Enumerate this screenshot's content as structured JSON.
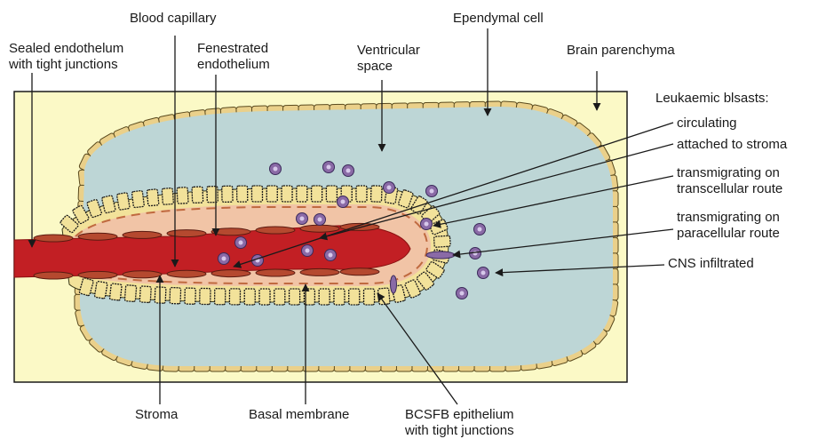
{
  "labels": {
    "blood_capillary": "Blood capillary",
    "ependymal_cell": "Ependymal cell",
    "sealed_endothelium": [
      "Sealed endothelum",
      "with tight junctions"
    ],
    "fenestrated_endothelium": [
      "Fenestrated",
      "endothelium"
    ],
    "ventricular_space": [
      "Ventricular",
      "space"
    ],
    "brain_parenchyma": "Brain parenchyma",
    "leukaemic_blasts": "Leukaemic blsasts:",
    "circulating": "circulating",
    "attached_to_stroma": "attached to stroma",
    "transcellular": [
      "transmigrating on",
      "transcellular route"
    ],
    "paracellular": [
      "transmigrating on",
      "paracellular route"
    ],
    "cns_infiltrated": "CNS infiltrated",
    "stroma": "Stroma",
    "basal_membrane": "Basal membrane",
    "bcsfb_epithelium": [
      "BCSFB epithelium",
      "with tight junctions"
    ]
  },
  "colors": {
    "parenchyma": "#fbf9c6",
    "ventricle": "#bdd6d6",
    "ependymal_cell": "#ead08a",
    "cell_outline": "#5a4a1e",
    "stroma": "#f1c4a6",
    "capillary": "#c21f24",
    "endothelial_cell": "#b5492f",
    "blast": "#8a6aa6",
    "epithelium": "#f2e29a",
    "cilia": "#1a1a1a",
    "basal_membrane": "#c06a40"
  }
}
